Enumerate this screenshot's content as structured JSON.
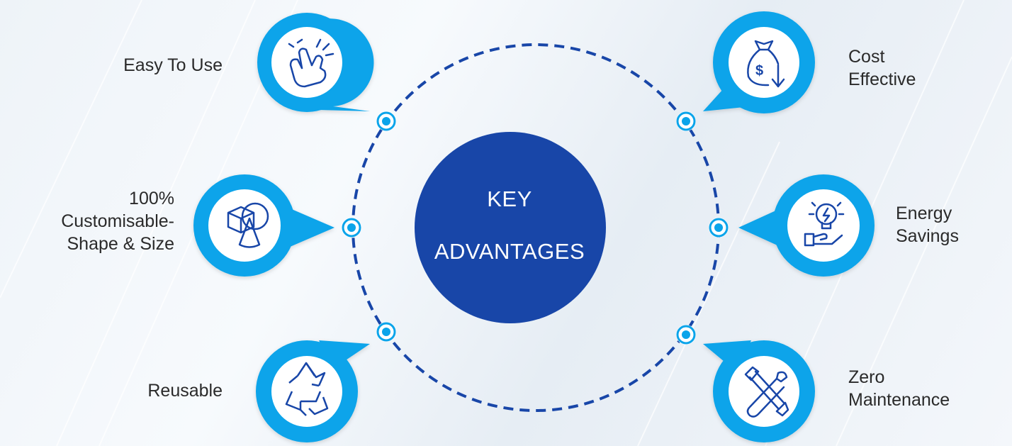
{
  "center": {
    "line1": "KEY",
    "line2": "ADVANTAGES"
  },
  "advantages": [
    {
      "id": "easy",
      "lines": [
        "Easy To Use"
      ],
      "icon": "pointing-hand-icon"
    },
    {
      "id": "custom",
      "lines": [
        "100%",
        "Customisable-",
        "Shape & Size"
      ],
      "icon": "shapes-icon"
    },
    {
      "id": "reusable",
      "lines": [
        "Reusable"
      ],
      "icon": "recycle-icon"
    },
    {
      "id": "cost",
      "lines": [
        "Cost",
        "Effective"
      ],
      "icon": "money-bag-icon"
    },
    {
      "id": "energy",
      "lines": [
        "Energy",
        "Savings"
      ],
      "icon": "lightbulb-hand-icon"
    },
    {
      "id": "maintenance",
      "lines": [
        "Zero",
        "Maintenance"
      ],
      "icon": "tools-icon"
    }
  ],
  "colors": {
    "center_fill": "#1846a8",
    "bubble": "#0aa4ea",
    "dashed_ring": "#1846a8",
    "icon_stroke": "#1846a8",
    "node": "#0aa4ea"
  }
}
